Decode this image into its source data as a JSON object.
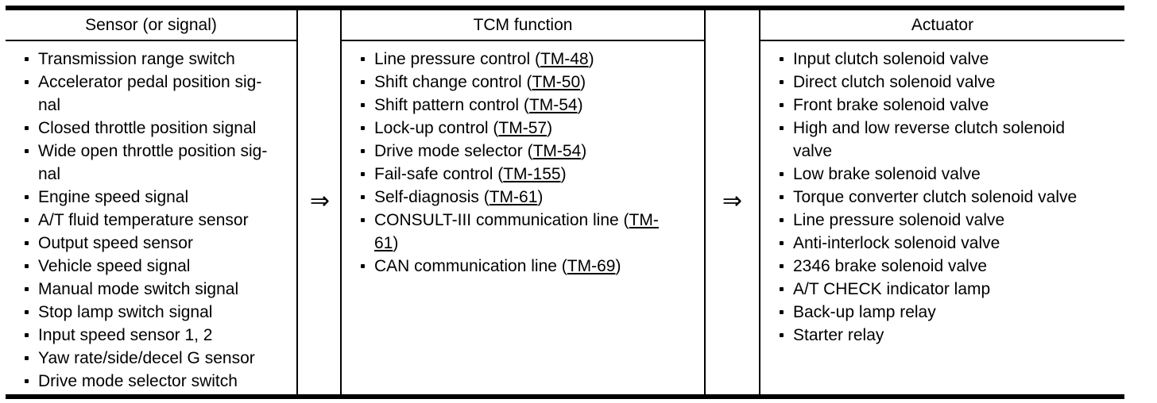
{
  "diagram": {
    "arrows": [
      "⇒",
      "⇒"
    ],
    "columns": [
      {
        "id": "sensor",
        "header": "Sensor (or signal)",
        "items": [
          {
            "segments": [
              {
                "text": "Transmission range switch"
              }
            ]
          },
          {
            "segments": [
              {
                "text": "Accelerator pedal position sig-\nnal"
              }
            ]
          },
          {
            "segments": [
              {
                "text": "Closed throttle position signal"
              }
            ]
          },
          {
            "segments": [
              {
                "text": "Wide open throttle position sig-\nnal"
              }
            ]
          },
          {
            "segments": [
              {
                "text": "Engine speed signal"
              }
            ]
          },
          {
            "segments": [
              {
                "text": "A/T fluid temperature sensor"
              }
            ]
          },
          {
            "segments": [
              {
                "text": "Output speed sensor"
              }
            ]
          },
          {
            "segments": [
              {
                "text": "Vehicle speed signal"
              }
            ]
          },
          {
            "segments": [
              {
                "text": "Manual mode switch signal"
              }
            ]
          },
          {
            "segments": [
              {
                "text": "Stop lamp switch signal"
              }
            ]
          },
          {
            "segments": [
              {
                "text": "Input speed sensor 1, 2"
              }
            ]
          },
          {
            "segments": [
              {
                "text": "Yaw rate/side/decel G sensor"
              }
            ]
          },
          {
            "segments": [
              {
                "text": "Drive mode selector switch"
              }
            ]
          }
        ]
      },
      {
        "id": "tcm-function",
        "header": "TCM function",
        "items": [
          {
            "segments": [
              {
                "text": "Line pressure control ("
              },
              {
                "text": "TM-48",
                "link": true
              },
              {
                "text": ")"
              }
            ]
          },
          {
            "segments": [
              {
                "text": "Shift change control ("
              },
              {
                "text": "TM-50",
                "link": true
              },
              {
                "text": ")"
              }
            ]
          },
          {
            "segments": [
              {
                "text": "Shift pattern control ("
              },
              {
                "text": "TM-54",
                "link": true
              },
              {
                "text": ")"
              }
            ]
          },
          {
            "segments": [
              {
                "text": "Lock-up control ("
              },
              {
                "text": "TM-57",
                "link": true
              },
              {
                "text": ")"
              }
            ]
          },
          {
            "segments": [
              {
                "text": "Drive mode selector ("
              },
              {
                "text": "TM-54",
                "link": true
              },
              {
                "text": ")"
              }
            ]
          },
          {
            "segments": [
              {
                "text": "Fail-safe control ("
              },
              {
                "text": "TM-155",
                "link": true
              },
              {
                "text": ")"
              }
            ]
          },
          {
            "segments": [
              {
                "text": "Self-diagnosis ("
              },
              {
                "text": "TM-61",
                "link": true
              },
              {
                "text": ")"
              }
            ]
          },
          {
            "segments": [
              {
                "text": "CONSULT-III communication line ("
              },
              {
                "text": "TM-",
                "link": true
              },
              {
                "text": "\n"
              },
              {
                "text": "61",
                "link": true
              },
              {
                "text": ")"
              }
            ]
          },
          {
            "segments": [
              {
                "text": "CAN communication line ("
              },
              {
                "text": "TM-69",
                "link": true
              },
              {
                "text": ")"
              }
            ]
          }
        ]
      },
      {
        "id": "actuator",
        "header": "Actuator",
        "items": [
          {
            "segments": [
              {
                "text": "Input clutch solenoid valve"
              }
            ]
          },
          {
            "segments": [
              {
                "text": "Direct clutch solenoid valve"
              }
            ]
          },
          {
            "segments": [
              {
                "text": "Front brake solenoid valve"
              }
            ]
          },
          {
            "segments": [
              {
                "text": "High and low reverse clutch solenoid\nvalve"
              }
            ]
          },
          {
            "segments": [
              {
                "text": "Low brake solenoid valve"
              }
            ]
          },
          {
            "segments": [
              {
                "text": "Torque converter clutch solenoid valve"
              }
            ]
          },
          {
            "segments": [
              {
                "text": "Line pressure solenoid valve"
              }
            ]
          },
          {
            "segments": [
              {
                "text": "Anti-interlock solenoid valve"
              }
            ]
          },
          {
            "segments": [
              {
                "text": "2346 brake solenoid valve"
              }
            ]
          },
          {
            "segments": [
              {
                "text": "A/T CHECK indicator lamp"
              }
            ]
          },
          {
            "segments": [
              {
                "text": "Back-up lamp relay"
              }
            ]
          },
          {
            "segments": [
              {
                "text": "Starter relay"
              }
            ]
          }
        ]
      }
    ]
  }
}
